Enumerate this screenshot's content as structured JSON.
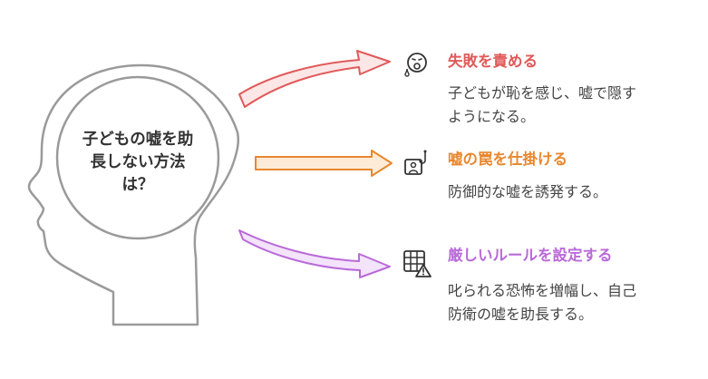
{
  "center": {
    "lines": [
      "子どもの嘘を助",
      "長しない方法",
      "は？"
    ]
  },
  "items": [
    {
      "title": "失敗を責める",
      "desc_lines": [
        "子どもが恥を感じ、嘘で隠す",
        "ようになる。"
      ],
      "color": "#e05a5a",
      "icon": "crying-face-icon"
    },
    {
      "title": "嘘の罠を仕掛ける",
      "desc_lines": [
        "防御的な嘘を誘発する。"
      ],
      "color": "#e8872e",
      "icon": "hook-trap-icon"
    },
    {
      "title": "厳しいルールを設定する",
      "desc_lines": [
        "叱られる恐怖を増幅し、自己",
        "防衛の嘘を助長する。"
      ],
      "color": "#b96ad9",
      "icon": "grid-warning-icon"
    }
  ]
}
